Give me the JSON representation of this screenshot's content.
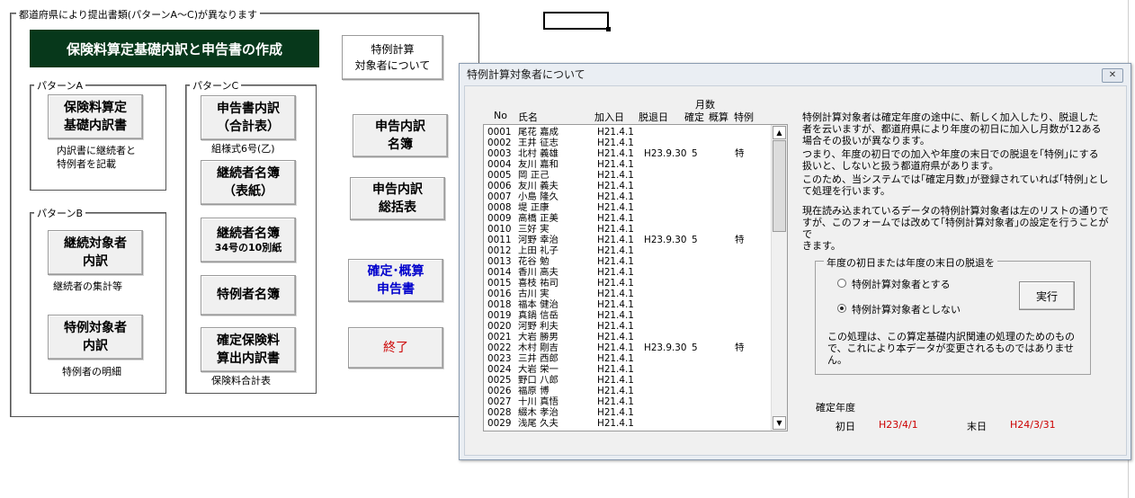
{
  "sheet": {
    "outer_group_label": "都道府県により提出書類(パターンA～C)が異なります",
    "main_title": "保険料算定基礎内訳と申告書の作成",
    "tokurei_button": "特例計算\n対象者について",
    "patternA": {
      "label": "パターンA",
      "button": "保険料算定\n基礎内訳書",
      "note": "内訳書に継続者と\n特例者を記載"
    },
    "patternB": {
      "label": "パターンB",
      "button1": "継続対象者\n内訳",
      "note1": "継続者の集計等",
      "button2": "特例対象者\n内訳",
      "note2": "特例者の明細"
    },
    "patternC": {
      "label": "パターンC",
      "button1": "申告書内訳\n（合計表）",
      "note1": "組様式6号(乙)",
      "button2": "継続者名簿\n（表紙）",
      "button3_line1": "継続者名簿",
      "button3_line2": "34号の10別紙",
      "button4": "特例者名簿",
      "button5": "確定保険料\n算出内訳書",
      "note5": "保険料合計表"
    },
    "right_buttons": {
      "meibo": "申告内訳\n名簿",
      "soukatsu": "申告内訳\n総括表",
      "kakutei": "確定･概算\n申告書",
      "exit": "終了"
    }
  },
  "dialog": {
    "title": "特例計算対象者について",
    "close_icon": "close-icon",
    "columns": {
      "no": "No",
      "name": "氏名",
      "join": "加入日",
      "leave": "脱退日",
      "months_group": "月数",
      "fixed": "確定",
      "estimate": "概算",
      "special": "特例"
    },
    "rows": [
      {
        "no": "0001",
        "name": "尾花 嘉成",
        "join": "H21.4.1",
        "leave": "",
        "fixed": "",
        "special": ""
      },
      {
        "no": "0002",
        "name": "王井 征志",
        "join": "H21.4.1",
        "leave": "",
        "fixed": "",
        "special": ""
      },
      {
        "no": "0003",
        "name": "北村 義雄",
        "join": "H21.4.1",
        "leave": "H23.9.30",
        "fixed": "5",
        "special": "特"
      },
      {
        "no": "0004",
        "name": "友川 嘉和",
        "join": "H21.4.1",
        "leave": "",
        "fixed": "",
        "special": ""
      },
      {
        "no": "0005",
        "name": "岡 正己",
        "join": "H21.4.1",
        "leave": "",
        "fixed": "",
        "special": ""
      },
      {
        "no": "0006",
        "name": "友川 義夫",
        "join": "H21.4.1",
        "leave": "",
        "fixed": "",
        "special": ""
      },
      {
        "no": "0007",
        "name": "小島 隆久",
        "join": "H21.4.1",
        "leave": "",
        "fixed": "",
        "special": ""
      },
      {
        "no": "0008",
        "name": "堤 正康",
        "join": "H21.4.1",
        "leave": "",
        "fixed": "",
        "special": ""
      },
      {
        "no": "0009",
        "name": "高橋 正美",
        "join": "H21.4.1",
        "leave": "",
        "fixed": "",
        "special": ""
      },
      {
        "no": "0010",
        "name": "三好 実",
        "join": "H21.4.1",
        "leave": "",
        "fixed": "",
        "special": ""
      },
      {
        "no": "0011",
        "name": "河野 幸治",
        "join": "H21.4.1",
        "leave": "H23.9.30",
        "fixed": "5",
        "special": "特"
      },
      {
        "no": "0012",
        "name": "上田 礼子",
        "join": "H21.4.1",
        "leave": "",
        "fixed": "",
        "special": ""
      },
      {
        "no": "0013",
        "name": "花谷 勉",
        "join": "H21.4.1",
        "leave": "",
        "fixed": "",
        "special": ""
      },
      {
        "no": "0014",
        "name": "香川 高夫",
        "join": "H21.4.1",
        "leave": "",
        "fixed": "",
        "special": ""
      },
      {
        "no": "0015",
        "name": "喜枝 祐司",
        "join": "H21.4.1",
        "leave": "",
        "fixed": "",
        "special": ""
      },
      {
        "no": "0016",
        "name": "古川 実",
        "join": "H21.4.1",
        "leave": "",
        "fixed": "",
        "special": ""
      },
      {
        "no": "0018",
        "name": "福本 健治",
        "join": "H21.4.1",
        "leave": "",
        "fixed": "",
        "special": ""
      },
      {
        "no": "0019",
        "name": "真鍋 信岳",
        "join": "H21.4.1",
        "leave": "",
        "fixed": "",
        "special": ""
      },
      {
        "no": "0020",
        "name": "河野 利夫",
        "join": "H21.4.1",
        "leave": "",
        "fixed": "",
        "special": ""
      },
      {
        "no": "0021",
        "name": "大岩 勝男",
        "join": "H21.4.1",
        "leave": "",
        "fixed": "",
        "special": ""
      },
      {
        "no": "0022",
        "name": "木村 剛吉",
        "join": "H21.4.1",
        "leave": "H23.9.30",
        "fixed": "5",
        "special": "特"
      },
      {
        "no": "0023",
        "name": "三井 西郎",
        "join": "H21.4.1",
        "leave": "",
        "fixed": "",
        "special": ""
      },
      {
        "no": "0024",
        "name": "大岩 栄一",
        "join": "H21.4.1",
        "leave": "",
        "fixed": "",
        "special": ""
      },
      {
        "no": "0025",
        "name": "野口 八郎",
        "join": "H21.4.1",
        "leave": "",
        "fixed": "",
        "special": ""
      },
      {
        "no": "0026",
        "name": "福原 博",
        "join": "H21.4.1",
        "leave": "",
        "fixed": "",
        "special": ""
      },
      {
        "no": "0027",
        "name": "十川 真悟",
        "join": "H21.4.1",
        "leave": "",
        "fixed": "",
        "special": ""
      },
      {
        "no": "0028",
        "name": "綴木 孝治",
        "join": "H21.4.1",
        "leave": "",
        "fixed": "",
        "special": ""
      },
      {
        "no": "0029",
        "name": "浅尾 久夫",
        "join": "H21.4.1",
        "leave": "",
        "fixed": "",
        "special": ""
      }
    ],
    "explain1": "特例計算対象者は確定年度の途中に、新しく加入したり、脱退した\n者を云いますが、都道府県により年度の初日に加入し月数が12ある\n場合その扱いが異なります。",
    "explain2": "つまり、年度の初日での加入や年度の末日での脱退を｢特例｣にする\n扱いと、しないと扱う都道府県があります。",
    "explain3": "このため、当システムでは｢確定月数｣が登録されていれば｢特例｣とし\nて処理を行います。",
    "explain4": "現在読み込まれているデータの特例計算対象者は左のリストの通りで\nすが、このフォームでは改めて｢特例計算対象者｣の設定を行うことがで\nきます。",
    "frame_label": "年度の初日または年度の末日の脱退を",
    "option1": "特例計算対象者とする",
    "option2": "特例計算対象者としない",
    "execute_button": "実行",
    "frame_note": "この処理は、この算定基礎内訳関連の処理のためのもの\nで、これにより本データが変更されるものではありません。",
    "year_label": "確定年度",
    "start_label": "初日",
    "start_value": "H23/4/1",
    "end_label": "末日",
    "end_value": "H24/3/31"
  }
}
